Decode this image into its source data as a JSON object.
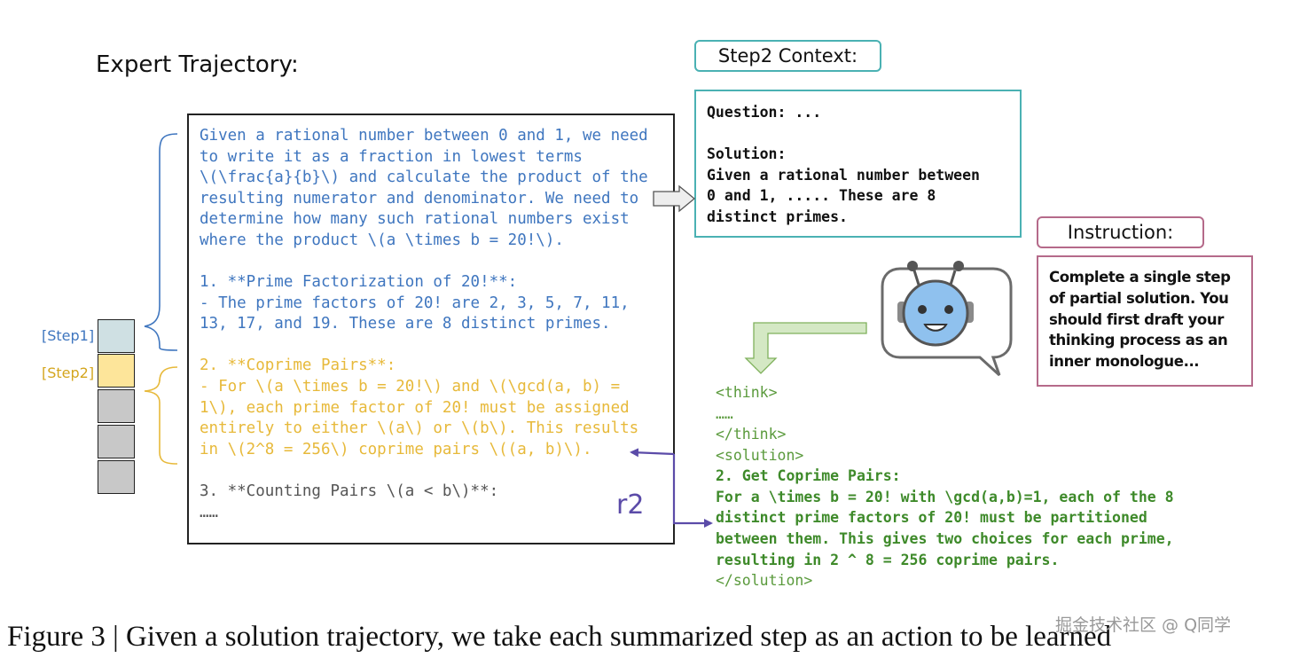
{
  "title": "Expert Trajectory:",
  "trajectory": {
    "step1_lines": [
      "Given a rational number between 0 and 1, we need",
      "to write it as a fraction in lowest terms",
      "\\(\\frac{a}{b}\\) and calculate the product of the",
      "resulting numerator and denominator. We need to",
      "determine how many such rational numbers exist",
      "where the product \\(a \\times b = 20!\\).",
      "",
      "1. **Prime Factorization of 20!**:",
      "- The prime factors of 20! are 2, 3, 5, 7, 11,",
      "13, 17, and 19. These are 8 distinct primes."
    ],
    "step2_lines": [
      "2. **Coprime Pairs**:",
      "- For \\(a \\times b = 20!\\) and \\(\\gcd(a, b) =",
      "1\\), each prime factor of 20! must be assigned",
      "entirely to either \\(a\\) or \\(b\\). This results",
      "in \\(2^8 = 256\\) coprime pairs \\((a, b)\\)."
    ],
    "step3_lines": [
      "3. **Counting Pairs \\(a < b\\)**:",
      "……"
    ]
  },
  "steps": {
    "step1_label": "[Step1]",
    "step2_label": "[Step2]"
  },
  "context": {
    "title": "Step2 Context:",
    "lines": [
      "Question: ...",
      "",
      "Solution:",
      "Given a rational number between",
      "0 and 1, ..... These are 8",
      "distinct primes."
    ]
  },
  "instruction": {
    "title": "Instruction:",
    "lines": [
      "Complete a single step",
      "of partial solution. You",
      "should first draft your",
      "thinking process as an",
      "inner monologue..."
    ]
  },
  "output": {
    "think_open": "<think>",
    "think_body": "……",
    "think_close": "</think>",
    "solution_open": "<solution>",
    "solution_lines": [
      "2. Get Coprime Pairs:",
      "For a \\times b = 20! with \\gcd(a,b)=1, each of the 8",
      "distinct prime factors of 20! must be partitioned",
      "between them. This gives two choices for each prime,",
      "resulting in 2 ^ 8 = 256 coprime pairs."
    ],
    "solution_close": "</solution>"
  },
  "reward_label": "r2",
  "caption": "Figure 3 | Given a solution trajectory, we take each summarized step as an action to be learned",
  "watermark": "掘金技术社区 @ Q同学",
  "colors": {
    "step1": "#3f76bf",
    "step2": "#e7b93a",
    "context_border": "#4ab1b3",
    "instruction_border": "#b56a8a",
    "output": "#5a9a3c",
    "reward": "#5b4ba8",
    "step1_cell": "#cfe0e3",
    "step2_cell": "#fde59a",
    "pending_cell": "#c8c8c8"
  }
}
